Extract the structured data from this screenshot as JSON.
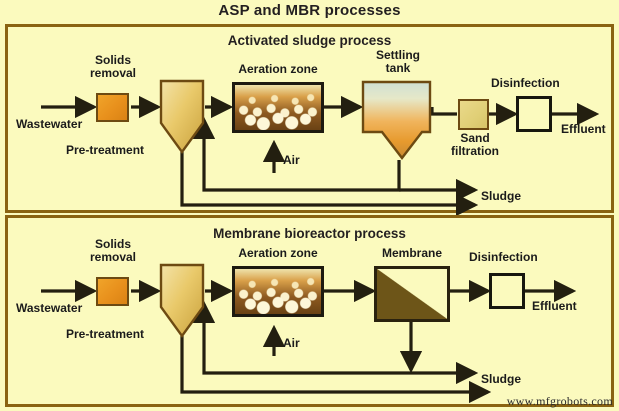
{
  "title": "ASP and MBR processes",
  "watermark": "www.mfgrobots.com",
  "colors": {
    "background": "#fbfabe",
    "frame_border": "#8a6312",
    "line": "#231f10",
    "solids_removal": "#e8901c",
    "sand_filtration": "#e0cf76",
    "aeration_dark": "#8d5a20",
    "membrane_fill": "#6d5518",
    "settling_top": "#bcd0cc",
    "settling_bottom": "#e79a2e",
    "tank_fill": "#e9c96a"
  },
  "asp": {
    "title": "Activated sludge process",
    "labels": {
      "wastewater": "Wastewater",
      "solids_removal": "Solids\nremoval",
      "solids_removal_line1": "Solids",
      "solids_removal_line2": "removal",
      "pretreatment": "Pre-treatment",
      "aeration_zone": "Aeration zone",
      "air": "Air",
      "settling_tank_line1": "Settling",
      "settling_tank_line2": "tank",
      "sand_filtration_line1": "Sand",
      "sand_filtration_line2": "filtration",
      "disinfection": "Disinfection",
      "effluent": "Effluent",
      "sludge": "Sludge"
    }
  },
  "mbr": {
    "title": "Membrane bioreactor process",
    "labels": {
      "wastewater": "Wastewater",
      "solids_removal_line1": "Solids",
      "solids_removal_line2": "removal",
      "pretreatment": "Pre-treatment",
      "aeration_zone": "Aeration zone",
      "air": "Air",
      "membrane": "Membrane",
      "disinfection": "Disinfection",
      "effluent": "Effluent",
      "sludge": "Sludge"
    }
  }
}
